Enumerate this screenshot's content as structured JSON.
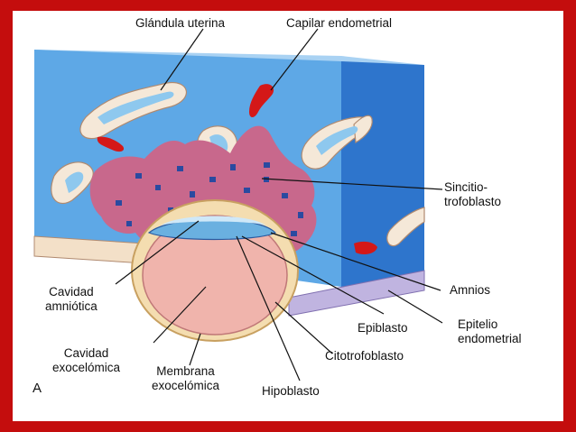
{
  "labels": {
    "glandula": "Glándula uterina",
    "capilar": "Capilar endometrial",
    "sincitio_1": "Sincitio-",
    "sincitio_2": "trofoblasto",
    "cavidad_amniotica_1": "Cavidad",
    "cavidad_amniotica_2": "amniótica",
    "amnios": "Amnios",
    "epiblasto": "Epiblasto",
    "epitelio_1": "Epitelio",
    "epitelio_2": "endometrial",
    "citotrofoblasto": "Citotrofoblasto",
    "cavidad_exocelomica_1": "Cavidad",
    "cavidad_exocelomica_2": "exocelómica",
    "membrana_1": "Membrana",
    "membrana_2": "exocelómica",
    "hipoblasto": "Hipoblasto",
    "panel_letter": "A"
  },
  "colors": {
    "frame": "#c40d0d",
    "block_front": "#5aa6e6",
    "block_top": "#8fc4f0",
    "block_side": "#2f78cf",
    "syncytio": "#c86a8c",
    "exocoelom": "#f0b8b0",
    "nuclei": "#2a4aa0",
    "capillary": "#d41818"
  }
}
